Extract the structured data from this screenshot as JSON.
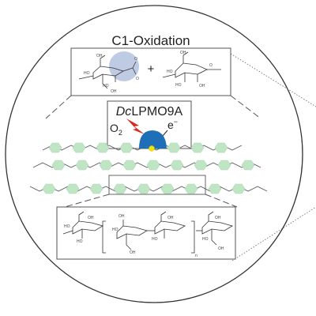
{
  "diagram": {
    "title": "C1-Oxidation",
    "plus_sign": "+",
    "enzyme_name_prefix": "Dc",
    "enzyme_name_suffix": "LPMO9A",
    "oxygen_base": "O",
    "oxygen_subscript": "2",
    "electron_base": "e",
    "electron_superscript": "−",
    "repeat_subscript": "n",
    "chem_labels": {
      "ho": "HO",
      "oh": "OH",
      "o": "O"
    },
    "colors": {
      "hexagon_fill": "#bfe5c4",
      "enzyme_blue": "#1f6fb8",
      "highlight": "#b8c4e0",
      "lightning": "#d9281c",
      "copper_dot": "#f2e200",
      "line": "#555555"
    },
    "icons": {
      "lightning": "lightning-bolt-icon",
      "enzyme": "enzyme-dome-icon"
    }
  }
}
